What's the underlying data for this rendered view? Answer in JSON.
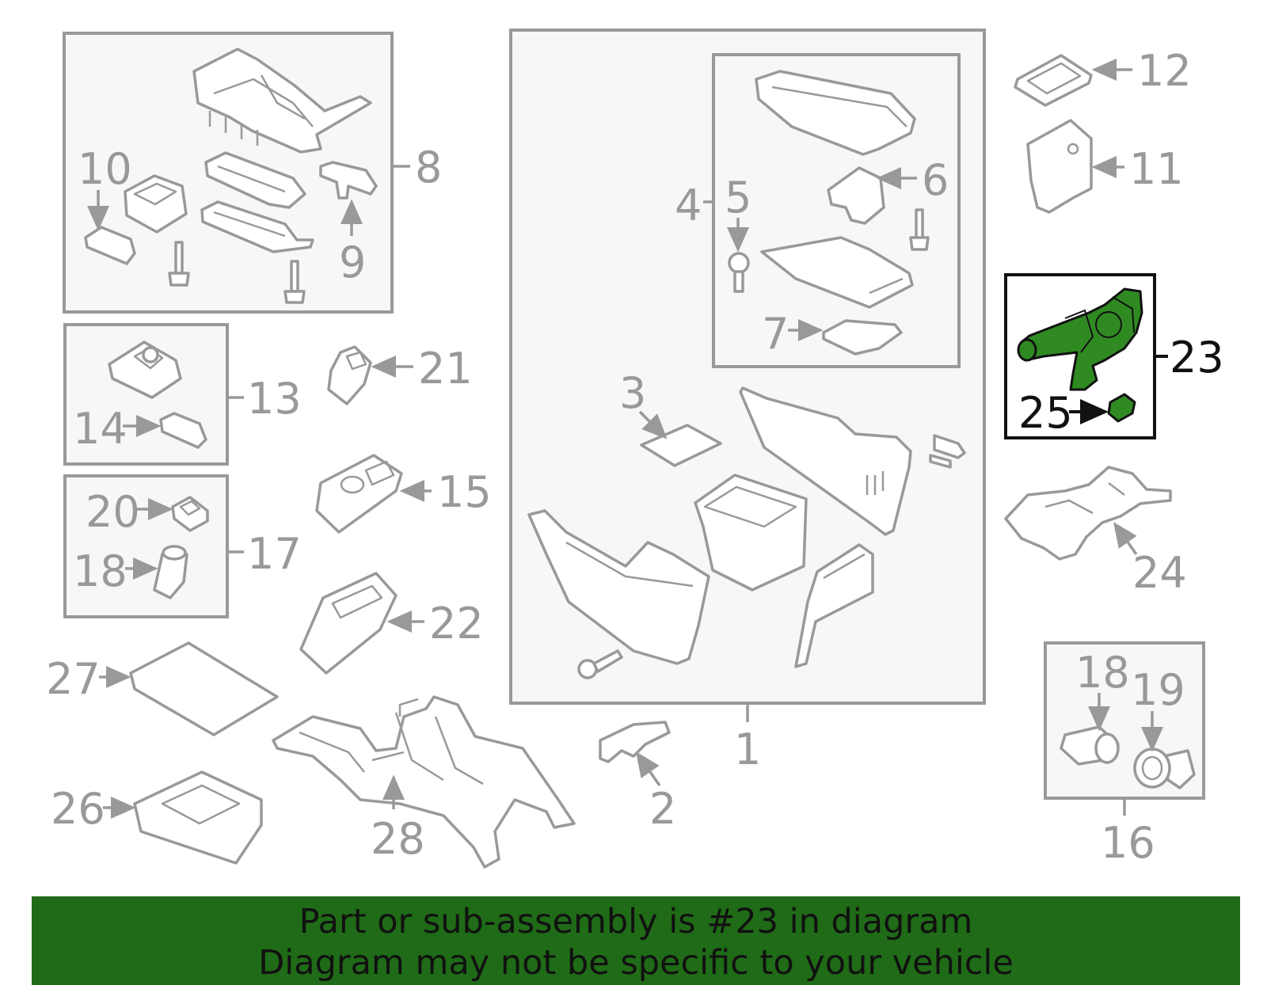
{
  "callouts": {
    "n1": "1",
    "n2": "2",
    "n3": "3",
    "n4": "4",
    "n5": "5",
    "n6": "6",
    "n7": "7",
    "n8": "8",
    "n9": "9",
    "n10": "10",
    "n11": "11",
    "n12": "12",
    "n13": "13",
    "n14": "14",
    "n15": "15",
    "n16": "16",
    "n17": "17",
    "n18a": "18",
    "n18b": "18",
    "n19": "19",
    "n20": "20",
    "n21": "21",
    "n22": "22",
    "n23": "23",
    "n24": "24",
    "n25": "25",
    "n26": "26",
    "n27": "27",
    "n28": "28"
  },
  "highlight": {
    "part": "23",
    "color": "#2f8a22"
  },
  "banner": {
    "line1": "Part or sub-assembly is #23 in diagram",
    "line2": "Diagram may not be specific to your vehicle",
    "color": "#1f6b17"
  }
}
